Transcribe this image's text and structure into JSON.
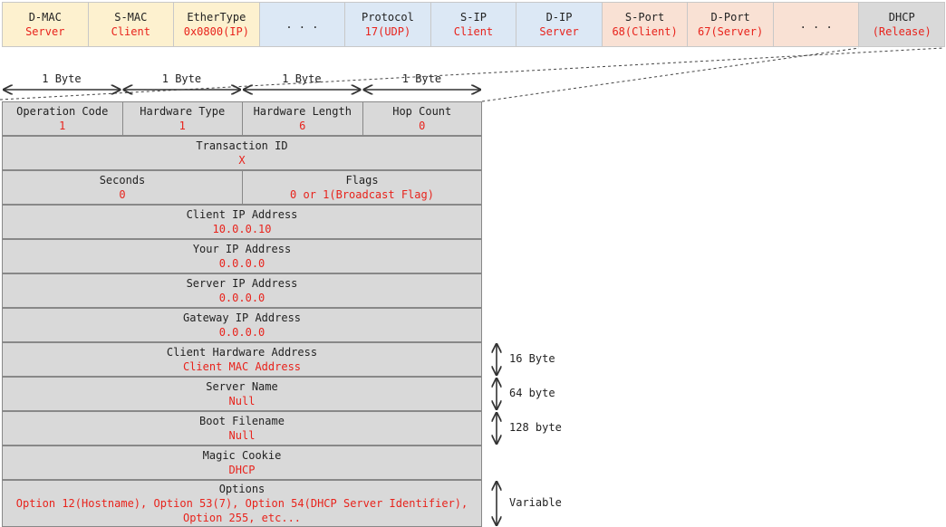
{
  "header_cells": [
    {
      "name": "D-MAC",
      "value": "Server",
      "tone": "yellow"
    },
    {
      "name": "S-MAC",
      "value": "Client",
      "tone": "yellow"
    },
    {
      "name": "EtherType",
      "value": "0x0800(IP)",
      "tone": "yellow"
    },
    {
      "name": "",
      "value": ". . .",
      "tone": "blue"
    },
    {
      "name": "Protocol",
      "value": "17(UDP)",
      "tone": "blue"
    },
    {
      "name": "S-IP",
      "value": "Client",
      "tone": "blue"
    },
    {
      "name": "D-IP",
      "value": "Server",
      "tone": "blue"
    },
    {
      "name": "S-Port",
      "value": "68(Client)",
      "tone": "peach"
    },
    {
      "name": "D-Port",
      "value": "67(Server)",
      "tone": "peach"
    },
    {
      "name": "",
      "value": ". . .",
      "tone": "peach"
    },
    {
      "name": "DHCP",
      "value": "(Release)",
      "tone": "gray"
    }
  ],
  "byte_labels": [
    "1 Byte",
    "1 Byte",
    "1 Byte",
    "1 Byte"
  ],
  "rows": [
    {
      "fields": [
        {
          "name": "Operation Code",
          "value": "1",
          "span": 1
        },
        {
          "name": "Hardware Type",
          "value": "1",
          "span": 1
        },
        {
          "name": "Hardware Length",
          "value": "6",
          "span": 1
        },
        {
          "name": "Hop Count",
          "value": "0",
          "span": 1
        }
      ]
    },
    {
      "fields": [
        {
          "name": "Transaction ID",
          "value": "X",
          "span": 4
        }
      ]
    },
    {
      "fields": [
        {
          "name": "Seconds",
          "value": "0",
          "span": 2
        },
        {
          "name": "Flags",
          "value": "0 or 1(Broadcast Flag)",
          "span": 2
        }
      ]
    },
    {
      "fields": [
        {
          "name": "Client IP Address",
          "value": "10.0.0.10",
          "span": 4
        }
      ]
    },
    {
      "fields": [
        {
          "name": "Your IP Address",
          "value": "0.0.0.0",
          "span": 4
        }
      ]
    },
    {
      "fields": [
        {
          "name": "Server IP Address",
          "value": "0.0.0.0",
          "span": 4
        }
      ]
    },
    {
      "fields": [
        {
          "name": "Gateway IP Address",
          "value": "0.0.0.0",
          "span": 4
        }
      ]
    },
    {
      "fields": [
        {
          "name": "Client Hardware Address",
          "value": "Client MAC Address",
          "span": 4
        }
      ],
      "size": "16 Byte"
    },
    {
      "fields": [
        {
          "name": "Server Name",
          "value": "Null",
          "span": 4
        }
      ],
      "size": "64 byte"
    },
    {
      "fields": [
        {
          "name": "Boot Filename",
          "value": "Null",
          "span": 4
        }
      ],
      "size": "128 byte"
    },
    {
      "fields": [
        {
          "name": "Magic Cookie",
          "value": "DHCP",
          "span": 4
        }
      ]
    },
    {
      "fields": [
        {
          "name": "Options",
          "value": "Option 12(Hostname), Option 53(7), Option 54(DHCP Server Identifier),",
          "value2": "Option 255, etc...",
          "span": 4
        }
      ],
      "size": "Variable",
      "tall": true
    }
  ],
  "colors": {
    "value_red": "#e8231c",
    "yellow": "#fdf1cf",
    "blue": "#dce8f5",
    "peach": "#f9e1d4",
    "gray": "#d9d9d9"
  }
}
